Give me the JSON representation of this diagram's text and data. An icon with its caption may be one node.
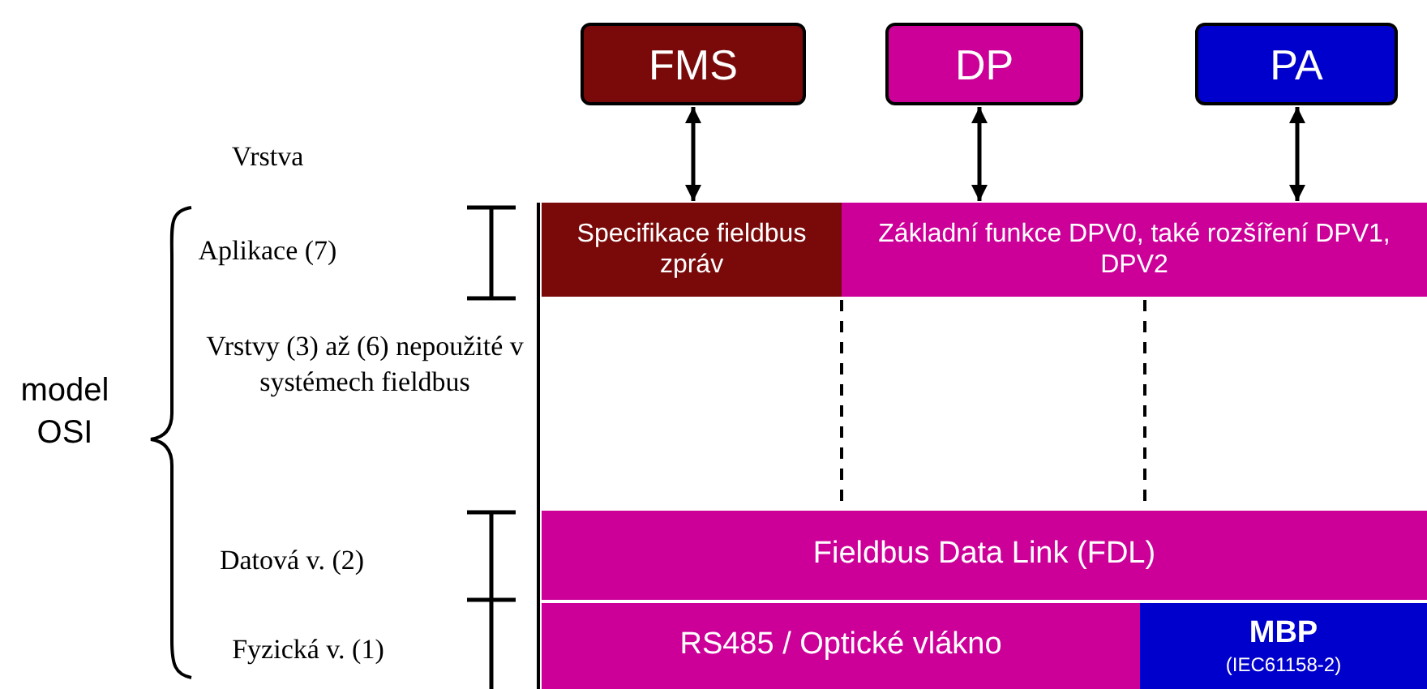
{
  "diagram": {
    "nodes": [
      {
        "text": [
          "FMS"
        ]
      },
      {
        "text": [
          "DP"
        ]
      },
      {
        "text": [
          "PA"
        ]
      },
      {
        "text": [
          "Specifikace fieldbus zpráv"
        ]
      },
      {
        "text": [
          "Základní funkce DPV0, také rozšíření DPV1, DPV2"
        ]
      },
      {
        "text": [
          "Fieldbus Data Link (FDL)"
        ]
      },
      {
        "text": [
          "RS485 / Optické vlákno"
        ]
      },
      {
        "text": [
          "MBP",
          "(IEC61158-2)"
        ]
      }
    ],
    "edges": [
      {
        "from": 0,
        "to": 3,
        "arrow": "both"
      },
      {
        "from": 1,
        "to": 4,
        "arrow": "both"
      },
      {
        "from": 2,
        "to": 4,
        "arrow": "both"
      }
    ],
    "labels": [
      "Vrstva",
      "Aplikace (7)",
      "Vrstvy (3) až (6) nepoužité v systémech fieldbus",
      "model OSI",
      "Datová v. (2)",
      "Fyzická v. (1)"
    ]
  }
}
